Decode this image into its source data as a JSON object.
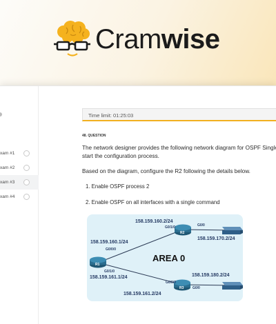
{
  "brand": {
    "name_regular": "Cram",
    "name_bold": "wise"
  },
  "sidebar": {
    "items": [
      {
        "label": "xam #1",
        "active": false
      },
      {
        "label": "xam #2",
        "active": false
      },
      {
        "label": "xam #3",
        "active": true
      },
      {
        "label": "xam #4",
        "active": false
      }
    ]
  },
  "exam": {
    "timer": "Time limit: 01:25:03",
    "question_number": "48. QUESTION",
    "question_line1": "The network designer provides the following network diagram for OSPF Single-",
    "question_line2": "start the configuration process.",
    "based_on": "Based on the diagram, configure the R2 following the details below.",
    "steps": [
      "1. Enable OSPF process 2",
      "2. Enable OSPF on all interfaces with a single command"
    ]
  },
  "diagram": {
    "area": "AREA 0",
    "routers": {
      "r1": "R1",
      "r2": "R2",
      "r3": "R3"
    },
    "addresses": {
      "r2_top": "158.159.160.2/24",
      "r2_right": "158.159.170.2/24",
      "r1_top": "158.159.160.1/24",
      "r1_bottom": "158.159.161.1/24",
      "r3_right": "158.159.180.2/24",
      "r3_bottom": "158.159.161.2/24"
    },
    "interfaces": {
      "r2_g010": "G0/1/0",
      "r2_g00": "G0/0",
      "r1_g000": "G0/0/0",
      "r1_g010": "G0/1/0",
      "r3_g000": "G0/0/0",
      "r3_g00": "G0/0"
    },
    "colors": {
      "router": "#2b6e8f",
      "switch": "#3a6f9a",
      "background": "#dff1f8"
    }
  }
}
